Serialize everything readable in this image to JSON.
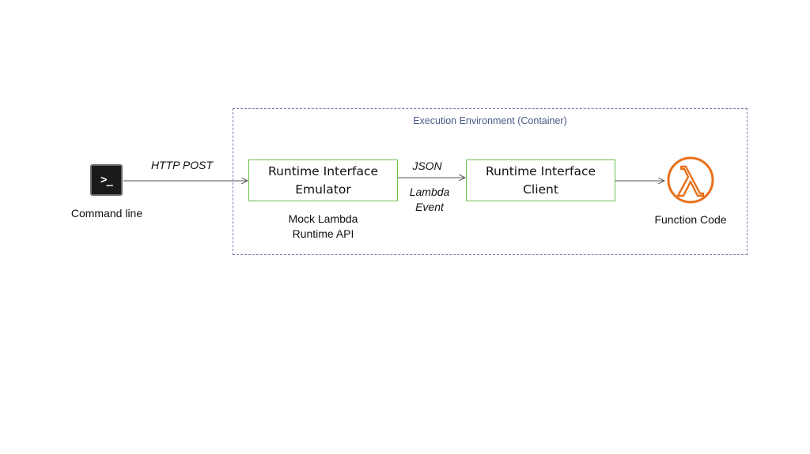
{
  "environment": {
    "label": "Execution Environment (Container)"
  },
  "terminal": {
    "prompt": ">_",
    "label": "Command line"
  },
  "edges": {
    "http_label": "HTTP POST",
    "json_label": "JSON",
    "event_label": "Lambda\nEvent"
  },
  "emulator": {
    "title": "Runtime Interface\nEmulator",
    "subtitle": "Mock Lambda\nRuntime API"
  },
  "client": {
    "title": "Runtime Interface\nClient"
  },
  "function": {
    "label": "Function Code"
  },
  "colors": {
    "box_border": "#6cc04a",
    "container_border": "#7a7fa8",
    "lambda_orange": "#e8701a",
    "arrow": "#555555"
  }
}
